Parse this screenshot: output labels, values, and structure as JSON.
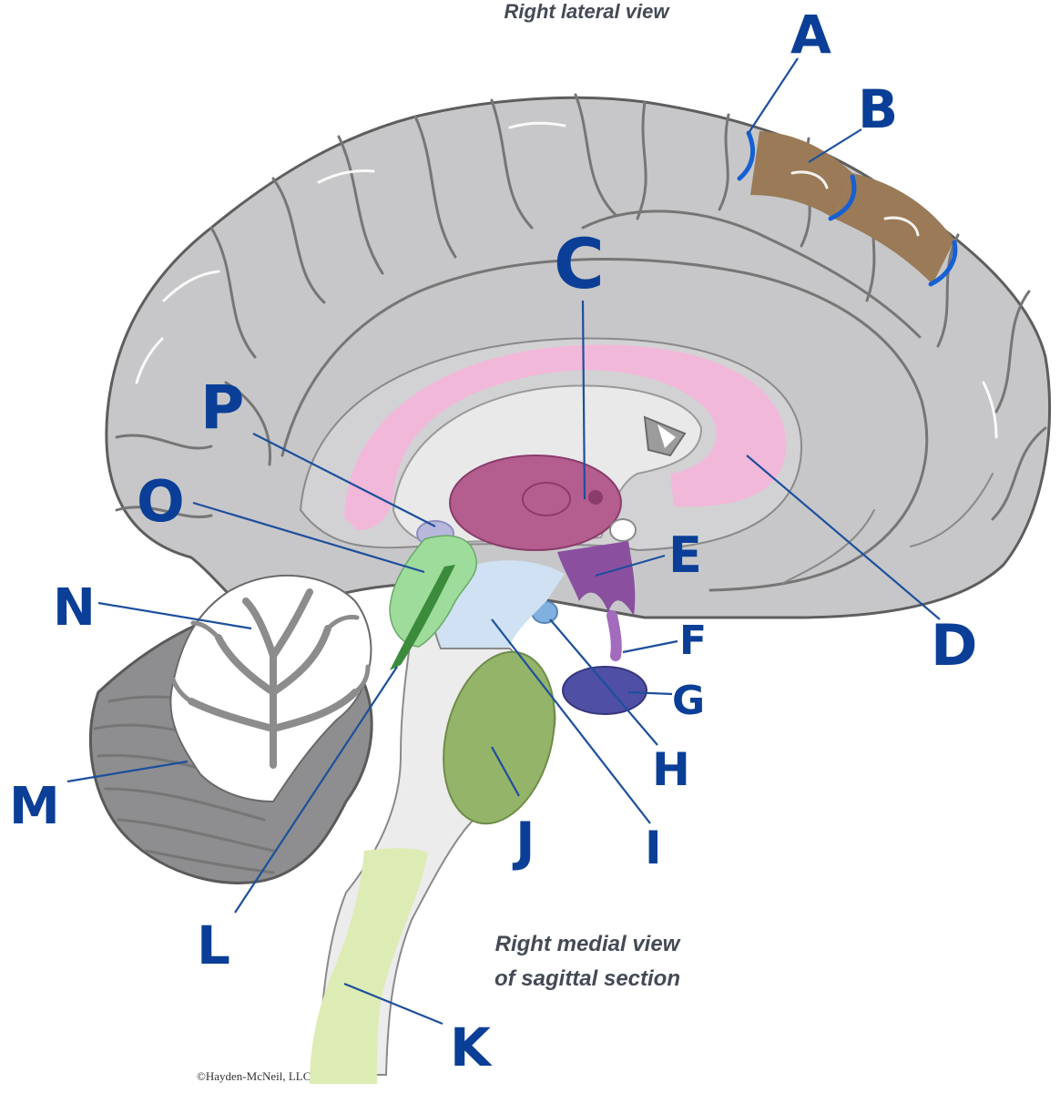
{
  "captions": {
    "top": "Right lateral view",
    "bottom_line1": "Right medial view",
    "bottom_line2": "of sagittal section",
    "credit": "©Hayden-McNeil, LLC"
  },
  "labels": [
    "A",
    "B",
    "C",
    "D",
    "E",
    "F",
    "G",
    "H",
    "I",
    "J",
    "K",
    "L",
    "M",
    "N",
    "O",
    "P"
  ],
  "colors": {
    "cortex": "#c7c7c9",
    "corpus_callosum": "#f2b8d9",
    "thalamus": "#b45d8f",
    "hypothalamus": "#8b4fa0",
    "pituitary": "#4f4fa6",
    "mammillary_body": "#7fb0e0",
    "midbrain": "#cfe1f2",
    "pons": "#94b46a",
    "medulla_spinal_cord": "#dcecb4",
    "tectum": "#9ddc9a",
    "brainstem_stripe": "#3c8b3c",
    "pineal": "#b8b8dc",
    "brodmann_areas": "#9a7a57",
    "label_ink": "#0b3f97"
  }
}
